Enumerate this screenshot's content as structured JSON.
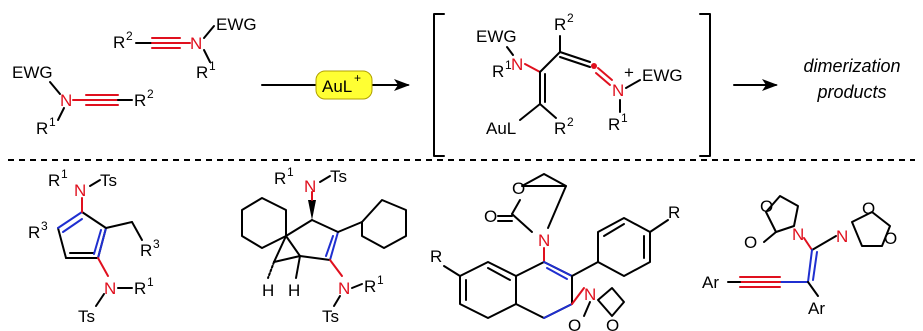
{
  "labels": {
    "ewg": "EWG",
    "r": "R",
    "r1": "R",
    "r1_sup": "1",
    "r2": "R",
    "r2_sup": "2",
    "r3": "R",
    "r3_sup": "3",
    "n": "N",
    "plus": "+",
    "aul": "AuL",
    "catalyst": "AuL",
    "catalyst_sup": "+",
    "ts": "Ts",
    "h": "H",
    "ar": "Ar",
    "o": "O"
  },
  "outcome": {
    "line1": "dimerization",
    "line2": "products"
  },
  "colors": {
    "nitrogen": "#e0101e",
    "new_bond": "#1f2fd0",
    "catalyst_highlight": "#ffff33"
  }
}
